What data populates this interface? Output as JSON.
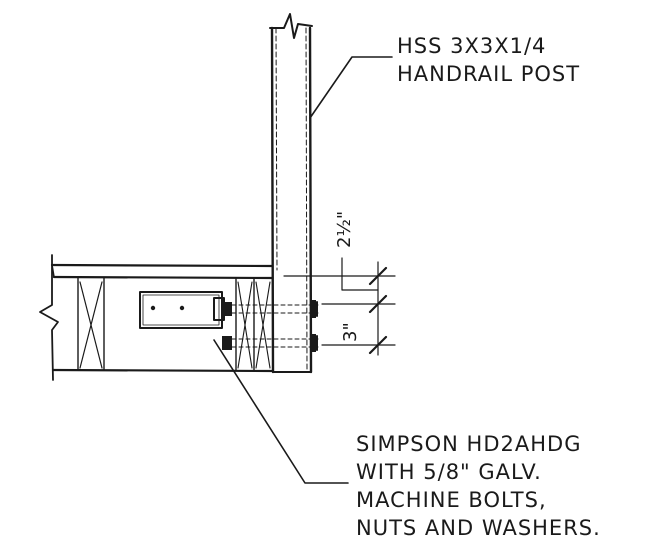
{
  "notes": {
    "post": {
      "line1": "HSS 3x3x1/4",
      "line2": "HANDRAIL POST"
    },
    "bracket": {
      "line1": "SIMPSON HD2AHDG",
      "line2": "WITH 5/8\" GALV.",
      "line3": "MACHINE BOLTS,",
      "line4": "NUTS AND WASHERS."
    }
  },
  "dimensions": {
    "upper": "2½\"",
    "lower": "3\""
  },
  "colors": {
    "ink": "#1a1a1a",
    "paper": "#ffffff"
  }
}
